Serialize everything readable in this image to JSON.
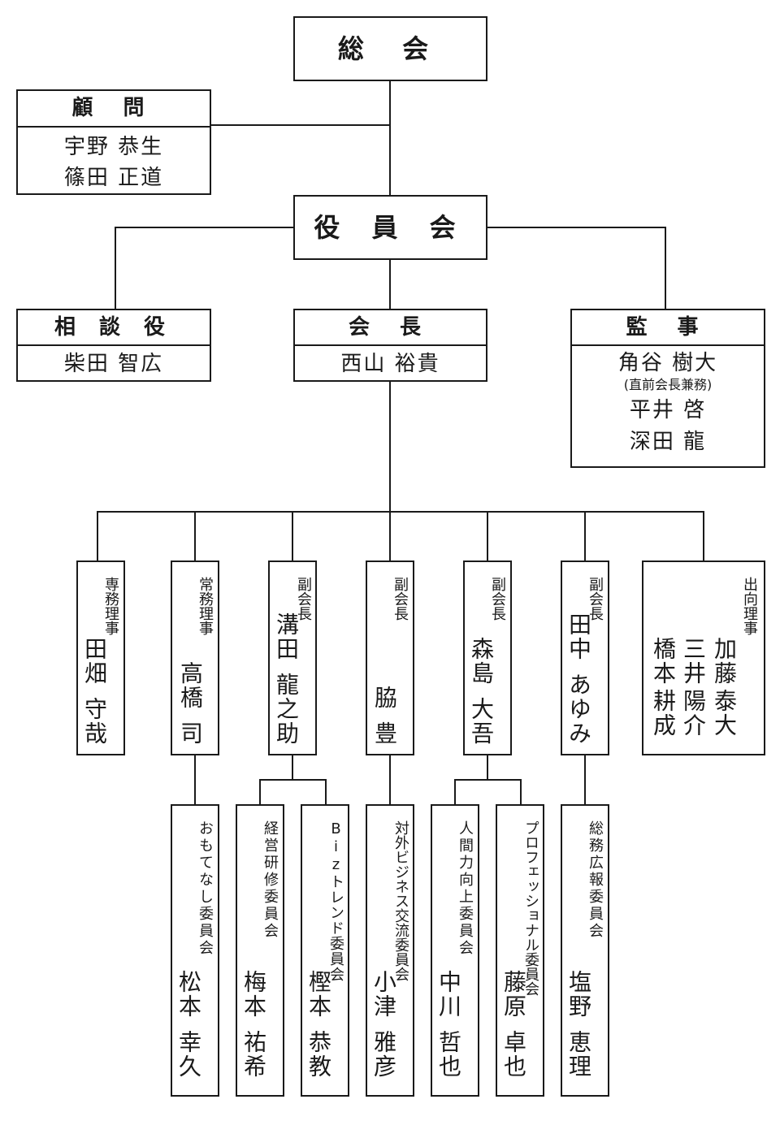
{
  "general_assembly": {
    "label": "総 会"
  },
  "advisor": {
    "title": "顧 問",
    "members": [
      "宇野 恭生",
      "篠田 正道"
    ]
  },
  "board": {
    "label": "役 員 会"
  },
  "counselor": {
    "title": "相 談 役",
    "members": [
      "柴田 智広"
    ]
  },
  "president": {
    "title": "会 長",
    "members": [
      "西山 裕貴"
    ]
  },
  "auditor": {
    "title": "監 事",
    "members": [
      "角谷 樹大",
      "平井 啓",
      "深田 龍"
    ],
    "note": "(直前会長兼務)"
  },
  "officers": [
    {
      "role": "専務理事",
      "name1": "田畑",
      "name2": "守哉"
    },
    {
      "role": "常務理事",
      "name1": "高橋",
      "name2": "司"
    },
    {
      "role": "副会長",
      "name1": "溝田",
      "name2": "龍之助"
    },
    {
      "role": "副会長",
      "name1": "脇",
      "name2": "豊"
    },
    {
      "role": "副会長",
      "name1": "森島",
      "name2": "大吾"
    },
    {
      "role": "副会長",
      "name1": "田中",
      "name2": "あゆみ"
    },
    {
      "role": "出向理事",
      "members": [
        "加藤 泰大",
        "三井 陽介",
        "橋本 耕成"
      ],
      "cols": [
        [
          "加藤",
          "泰大"
        ],
        [
          "三井",
          "陽介"
        ],
        [
          "橋本",
          "耕成"
        ]
      ]
    }
  ],
  "committees": [
    {
      "name": "おもてなし委員会",
      "chair1": "松本",
      "chair2": "幸久"
    },
    {
      "name": "経営研修委員会",
      "chair1": "梅本",
      "chair2": "祐希"
    },
    {
      "name": "Bizトレンド委員会",
      "chair1": "樫本",
      "chair2": "恭教"
    },
    {
      "name": "対外ビジネス交流委員会",
      "chair1": "小津",
      "chair2": "雅彦"
    },
    {
      "name": "人間力向上委員会",
      "chair1": "中川",
      "chair2": "哲也"
    },
    {
      "name": "プロフェッショナル委員会",
      "chair1": "藤原",
      "chair2": "卓也"
    },
    {
      "name": "総務広報委員会",
      "chair1": "塩野",
      "chair2": "恵理"
    }
  ]
}
